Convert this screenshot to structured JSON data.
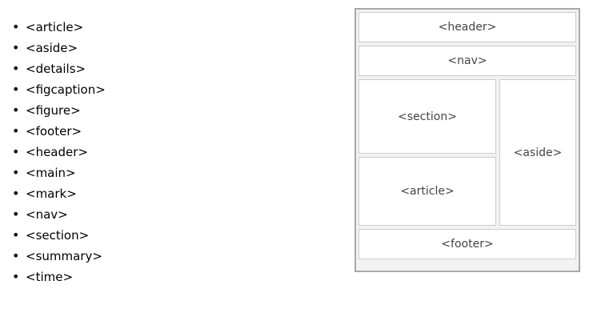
{
  "element_list": {
    "bullet_glyph": "•",
    "items": [
      {
        "label": "<article>"
      },
      {
        "label": "<aside>"
      },
      {
        "label": "<details>"
      },
      {
        "label": "<figcaption>"
      },
      {
        "label": "<figure>"
      },
      {
        "label": "<footer>"
      },
      {
        "label": "<header>"
      },
      {
        "label": "<main>"
      },
      {
        "label": "<mark>"
      },
      {
        "label": "<nav>"
      },
      {
        "label": "<section>"
      },
      {
        "label": "<summary>"
      },
      {
        "label": "<time>"
      }
    ]
  },
  "diagram": {
    "header_label": "<header>",
    "nav_label": "<nav>",
    "section_label": "<section>",
    "article_label": "<article>",
    "aside_label": "<aside>",
    "footer_label": "<footer>"
  },
  "colors": {
    "page_background": "#ffffff",
    "text": "#000000",
    "diagram_label_text": "#444444",
    "diagram_outer_border": "#a8a8a8",
    "diagram_outer_fill": "#f2f2f2",
    "diagram_box_border": "#cccccc",
    "diagram_box_fill": "#ffffff"
  }
}
